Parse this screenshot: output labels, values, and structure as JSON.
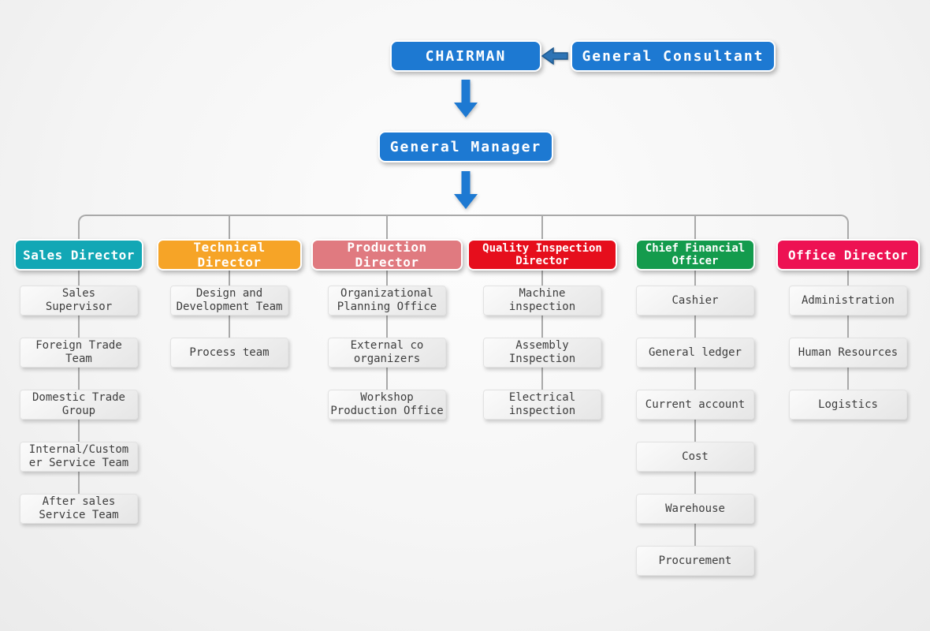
{
  "top": {
    "chairman": "CHAIRMAN",
    "consultant": "General Consultant",
    "manager": "General Manager"
  },
  "colors": {
    "box_blue": "#1d79d2",
    "down_arrow_blue": "#1d79d2",
    "side_arrow_blue": "#2e74b5",
    "side_arrow_edge": "#1e598f",
    "connector_gray": "#a9a9a9"
  },
  "columns": [
    {
      "id": "sales",
      "title": "Sales Director",
      "color": "#12a7b5",
      "children": [
        "Sales\nSupervisor",
        "Foreign Trade\nTeam",
        "Domestic Trade\nGroup",
        "Internal/Custom\ner Service Team",
        "After sales\nService Team"
      ]
    },
    {
      "id": "technical",
      "title": "Technical Director",
      "color": "#f6a427",
      "children": [
        "Design and\nDevelopment Team",
        "Process team"
      ]
    },
    {
      "id": "production",
      "title": "Production Director",
      "color": "#e07a80",
      "children": [
        "Organizational\nPlanning Office",
        "External co\norganizers",
        "Workshop\nProduction Office"
      ]
    },
    {
      "id": "quality",
      "title": "Quality Inspection\nDirector",
      "color": "#e60e1c",
      "children": [
        "Machine\ninspection",
        "Assembly\nInspection",
        "Electrical\ninspection"
      ]
    },
    {
      "id": "cfo",
      "title": "Chief Financial\nOfficer",
      "color": "#149b4d",
      "children": [
        "Cashier",
        "General ledger",
        "Current account",
        "Cost",
        "Warehouse",
        "Procurement"
      ]
    },
    {
      "id": "office",
      "title": "Office Director",
      "color": "#ed1253",
      "children": [
        "Administration",
        "Human Resources",
        "Logistics"
      ]
    }
  ]
}
